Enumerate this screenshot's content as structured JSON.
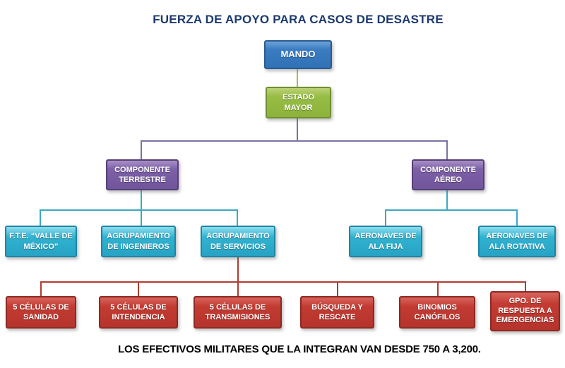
{
  "title": "FUERZA DE APOYO PARA CASOS DE DESASTRE",
  "footer": "LOS EFECTIVOS MILITARES QUE LA INTEGRAN VAN DESDE 750 A 3,200.",
  "colors": {
    "title_text": "#1c3a70",
    "node_blue": "#3b7cc2",
    "node_green": "#97bd44",
    "node_purple": "#7d60a8",
    "node_cyan": "#31b2d0",
    "node_red": "#c33b32",
    "connector_olive": "#a4bf4e",
    "connector_slate": "#7b73a0",
    "connector_cyan": "#3aa9c4",
    "connector_red": "#b23a31"
  },
  "nodes": {
    "mando": {
      "label": "MANDO",
      "color": "#3b7cc2"
    },
    "estado_mayor": {
      "label": "ESTADO MAYOR",
      "color": "#97bd44"
    },
    "comp_terrestre": {
      "label": "COMPONENTE TERRESTRE",
      "color": "#7d60a8"
    },
    "comp_aereo": {
      "label": "COMPONENTE AÉREO",
      "color": "#7d60a8"
    },
    "fte_valle": {
      "label": "F.T.E. “VALLE DE MÉXICO”",
      "color": "#31b2d0"
    },
    "agr_ingenieros": {
      "label": "AGRUPAMIENTO DE INGENIEROS",
      "color": "#31b2d0"
    },
    "agr_servicios": {
      "label": "AGRUPAMIENTO DE SERVICIOS",
      "color": "#31b2d0"
    },
    "aero_ala_fija": {
      "label": "AERONAVES DE ALA FIJA",
      "color": "#31b2d0"
    },
    "aero_ala_rotativa": {
      "label": "AERONAVES DE ALA ROTATIVA",
      "color": "#31b2d0"
    },
    "celulas_sanidad": {
      "label": "5 CÉLULAS DE SANIDAD",
      "color": "#c33b32"
    },
    "celulas_intendencia": {
      "label": "5 CÉLULAS DE INTENDENCIA",
      "color": "#c33b32"
    },
    "celulas_transmisiones": {
      "label": "5 CÉLULAS DE TRANSMISIONES",
      "color": "#c33b32"
    },
    "busqueda_rescate": {
      "label": "BÚSQUEDA Y RESCATE",
      "color": "#c33b32"
    },
    "binomios_canofilos": {
      "label": "BINOMIOS CANÓFILOS",
      "color": "#c33b32"
    },
    "gpo_respuesta": {
      "label": "GPO. DE RESPUESTA A EMERGENCIAS",
      "color": "#c33b32"
    }
  },
  "structure": {
    "root": "mando",
    "edges": [
      [
        "mando",
        "estado_mayor"
      ],
      [
        "estado_mayor",
        "comp_terrestre"
      ],
      [
        "estado_mayor",
        "comp_aereo"
      ],
      [
        "comp_terrestre",
        "fte_valle"
      ],
      [
        "comp_terrestre",
        "agr_ingenieros"
      ],
      [
        "comp_terrestre",
        "agr_servicios"
      ],
      [
        "comp_aereo",
        "aero_ala_fija"
      ],
      [
        "comp_aereo",
        "aero_ala_rotativa"
      ],
      [
        "agr_servicios",
        "celulas_sanidad"
      ],
      [
        "agr_servicios",
        "celulas_intendencia"
      ],
      [
        "agr_servicios",
        "celulas_transmisiones"
      ],
      [
        "agr_servicios",
        "busqueda_rescate"
      ],
      [
        "agr_servicios",
        "binomios_canofilos"
      ],
      [
        "agr_servicios",
        "gpo_respuesta"
      ]
    ]
  }
}
